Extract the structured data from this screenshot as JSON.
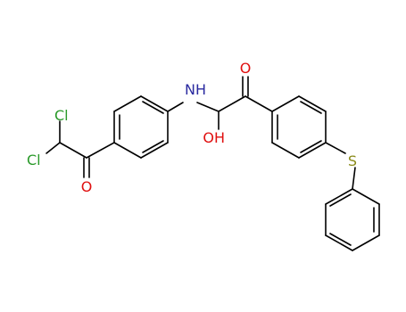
{
  "molecule": {
    "atoms": {
      "cl_top": "Cl",
      "cl_bottom": "Cl",
      "o_ketone_left": "O",
      "n_amine": "N",
      "h_amine": "H",
      "o_hydroxyl": "O",
      "h_hydroxyl": "H",
      "o_ketone_right": "O",
      "s_thioether": "S"
    },
    "colors": {
      "bond": "#000000",
      "chlorine": "#2a9a2a",
      "oxygen": "#e01010",
      "nitrogen": "#2a2aa0",
      "sulfur": "#8a8a1a"
    }
  }
}
